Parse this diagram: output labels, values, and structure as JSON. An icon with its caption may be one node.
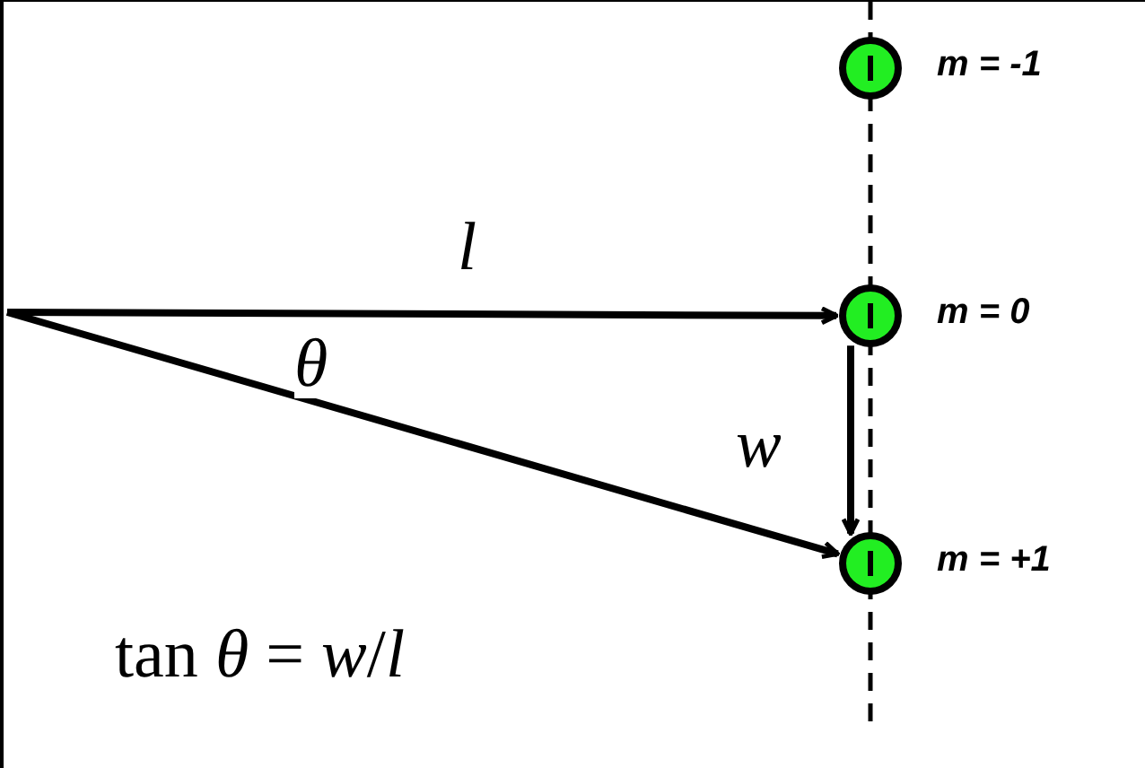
{
  "diagram": {
    "nodes": [
      {
        "text": [],
        "shape": "circle",
        "beside": [
          "m = -1"
        ]
      },
      {
        "text": [],
        "shape": "circle",
        "beside": [
          "m = 0"
        ]
      },
      {
        "text": [],
        "shape": "circle",
        "beside": [
          "m = +1"
        ]
      }
    ],
    "edges": [
      {
        "from": null,
        "to": 1,
        "arrow": "to",
        "label": "l"
      },
      {
        "from": null,
        "to": 2,
        "arrow": "to"
      },
      {
        "from": 1,
        "to": 2,
        "arrow": "to",
        "label": "w"
      }
    ],
    "labels": [
      "θ",
      "tan *θ* = *w*/*l*"
    ]
  }
}
